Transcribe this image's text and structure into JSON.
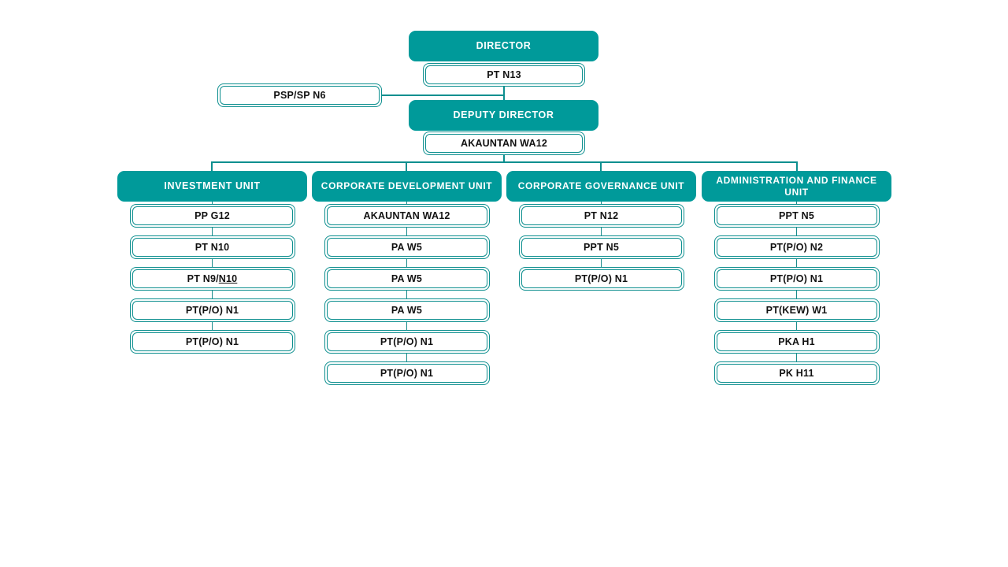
{
  "chart": {
    "title_hidden": "",
    "accent_color": "#009a9a",
    "border_color": "#0d8f8f",
    "background_color": "#ffffff",
    "top": {
      "director": {
        "header": "DIRECTOR",
        "post": "PT N13"
      },
      "deputy_director": {
        "header": "DEPUTY  DIRECTOR",
        "post": "AKAUNTAN  WA12"
      },
      "staff_side": {
        "post": "PSP/SP N6"
      }
    },
    "units": [
      {
        "header": "INVESTMENT UNIT",
        "posts": [
          {
            "text": "PP G12"
          },
          {
            "text": "PT N10"
          },
          {
            "text": "PT N9/",
            "underlined_suffix": "N10"
          },
          {
            "text": "PT(P/O) N1"
          },
          {
            "text": "PT(P/O) N1"
          }
        ]
      },
      {
        "header": "CORPORATE  DEVELOPMENT UNIT",
        "posts": [
          {
            "text": "AKAUNTAN  WA12"
          },
          {
            "text": "PA W5"
          },
          {
            "text": "PA W5"
          },
          {
            "text": "PA W5"
          },
          {
            "text": "PT(P/O) N1"
          },
          {
            "text": "PT(P/O) N1"
          }
        ]
      },
      {
        "header": "CORPORATE  GOVERNANCE UNIT",
        "posts": [
          {
            "text": "PT N12"
          },
          {
            "text": "PPT N5"
          },
          {
            "text": "PT(P/O) N1"
          }
        ]
      },
      {
        "header": "ADMINISTRATION  AND  FINANCE UNIT",
        "posts": [
          {
            "text": "PPT N5"
          },
          {
            "text": "PT(P/O) N2"
          },
          {
            "text": "PT(P/O) N1"
          },
          {
            "text": "PT(KEW)  W1"
          },
          {
            "text": "PKA H1"
          },
          {
            "text": "PK H11"
          }
        ]
      }
    ]
  }
}
